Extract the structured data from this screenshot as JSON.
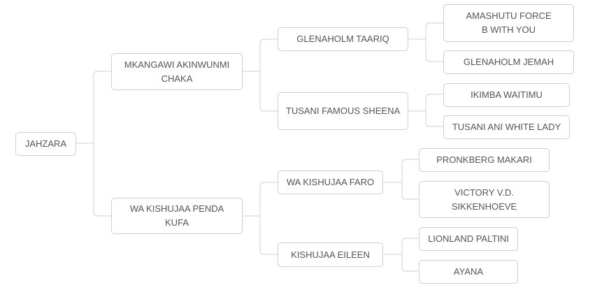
{
  "pedigree": {
    "subject": "JAHZARA",
    "sire": "MKANGAWI AKINWUNMI CHAKA",
    "dam": "WA KISHUJAA PENDA KUFA",
    "sire_sire": "GLENAHOLM TAARIQ",
    "sire_dam": "TUSANI FAMOUS SHEENA",
    "dam_sire": "WA KISHUJAA FARO",
    "dam_dam": "KISHUJAA EILEEN",
    "sire_sire_sire": "AMASHUTU FORCE B WITH YOU",
    "sire_sire_dam": "GLENAHOLM JEMAH",
    "sire_dam_sire": "IKIMBA WAITIMU",
    "sire_dam_dam": "TUSANI ANI WHITE LADY",
    "dam_sire_sire": "PRONKBERG MAKARI",
    "dam_sire_dam": "VICTORY V.D. SIKKENHOEVE",
    "dam_dam_sire": "LIONLAND PALTINI",
    "dam_dam_dam": "AYANA"
  }
}
